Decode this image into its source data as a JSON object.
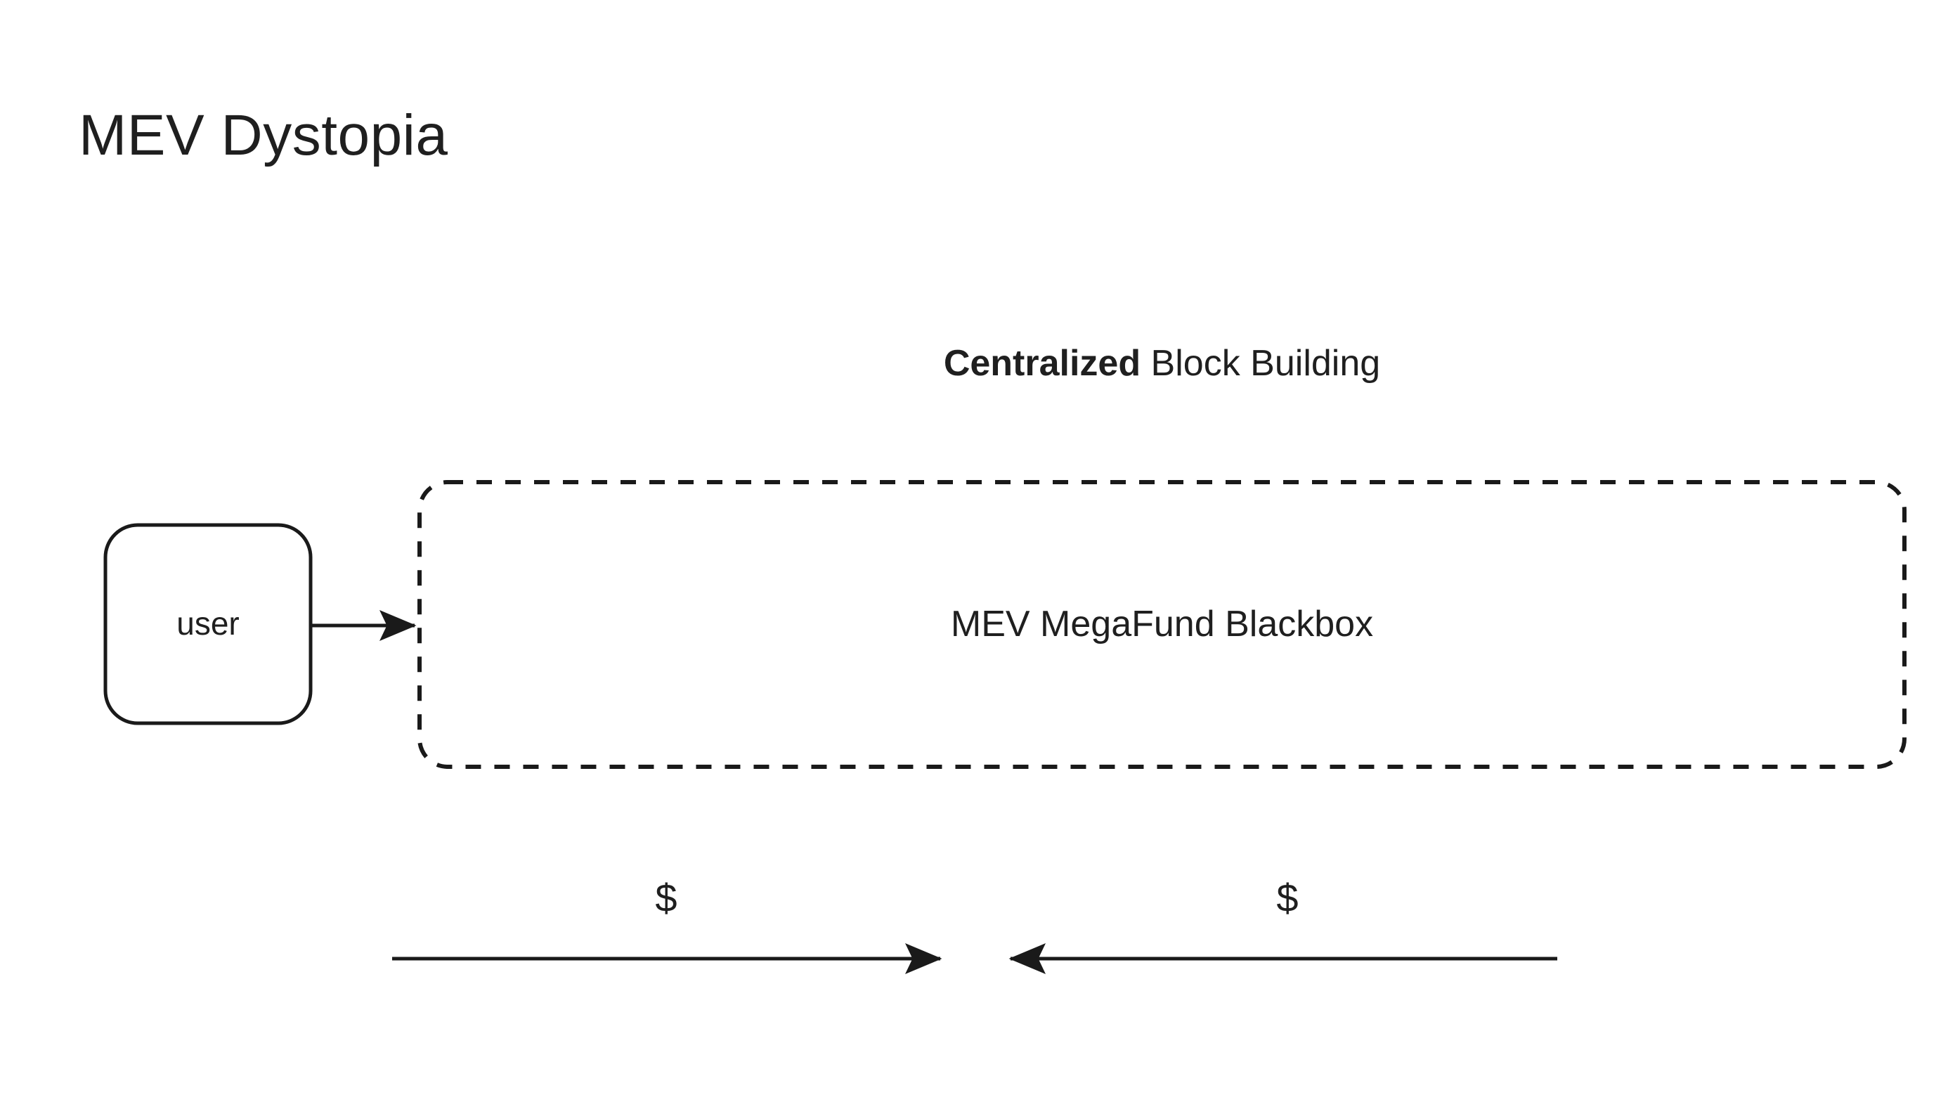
{
  "slide": {
    "title": "MEV Dystopia",
    "background_color": "#ffffff",
    "ink_color": "#1a1a1a"
  },
  "diagram": {
    "heading": {
      "emphasis": "Centralized",
      "rest": " Block Building"
    },
    "nodes": [
      {
        "id": "user",
        "label": "user",
        "shape": "rounded-rectangle",
        "border_style": "solid"
      },
      {
        "id": "blackbox",
        "label": "MEV MegaFund Blackbox",
        "shape": "rounded-rectangle",
        "border_style": "dashed"
      }
    ],
    "edges": [
      {
        "id": "user-to-blackbox",
        "from": "user",
        "to": "blackbox",
        "direction": "right",
        "label": ""
      },
      {
        "id": "value-outbound",
        "direction": "right",
        "label": "$"
      },
      {
        "id": "value-inbound",
        "direction": "left",
        "label": "$"
      }
    ]
  }
}
